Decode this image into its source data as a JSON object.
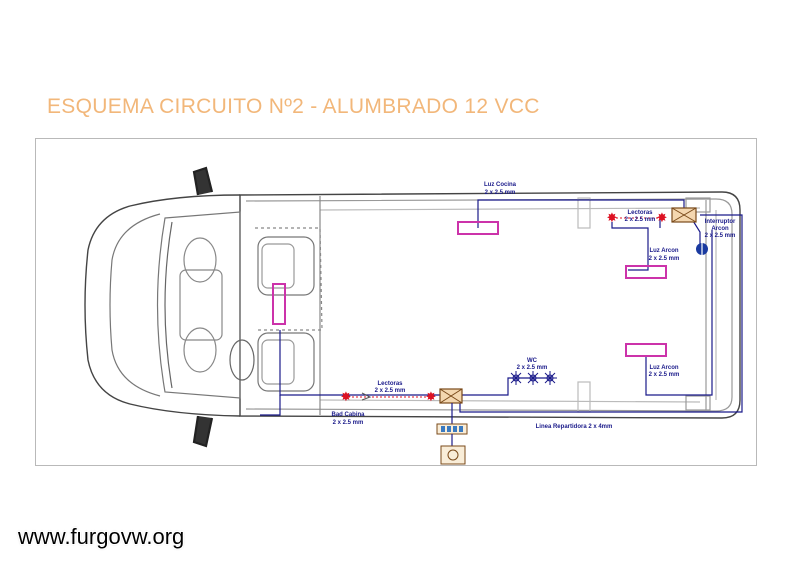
{
  "title": "ESQUEMA CIRCUITO Nº2 - ALUMBRADO 12 VCC",
  "labels": {
    "luz_cocina": "Luz Cocina",
    "luz_cocina_wire": "2 x 2.5 mm",
    "lectoras_top": "Lectoras",
    "lectoras_top_wire": "2 x 2.5 mm",
    "interruptor": "Interruptor",
    "arcon": "Arcon",
    "interruptor_wire": "2 x 2.5 mm",
    "luz_arcon_top": "Luz Arcon",
    "luz_arcon_top_wire": "2 x 2.5 mm",
    "wc": "WC",
    "wc_wire": "2 x 2.5 mm",
    "lectoras_bottom": "Lectoras",
    "lectoras_bottom_wire": "2 x 2.5 mm",
    "luz_arcon_bottom": "Luz Arcon",
    "luz_arcon_bottom_wire": "2 x 2.5 mm",
    "bad_cabina": "Bad Cabina",
    "bad_cabina_wire": "2 x 2.5 mm",
    "linea_repartidora": "Linea Repartidora 2 x 4mm"
  },
  "watermark": "www.furgovw.org",
  "colors": {
    "title": "#f2b77a",
    "wire": "#1a1a8a",
    "lamp": "#cc33aa",
    "star": "#dd1122"
  }
}
